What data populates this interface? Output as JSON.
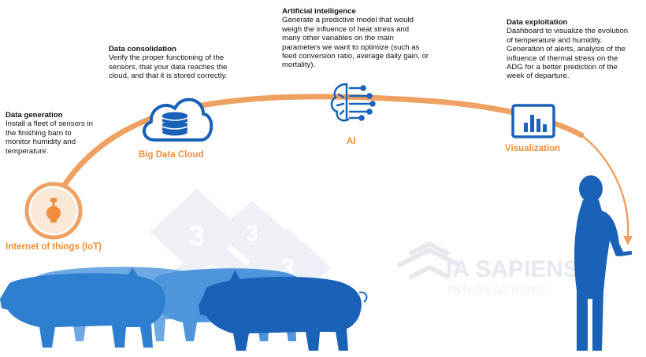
{
  "colors": {
    "arc": "#efa163",
    "orange": "#ef8d3a",
    "blue_dark": "#1a62b8",
    "blue_mid": "#2f7fd0",
    "blue_light": "#6ea9e4",
    "watermark": "#dfe6f0"
  },
  "blocks": {
    "generation": {
      "title": "Data generation",
      "text": "Install a fleet of sensors in\nthe finishing barn to\nmonitor humidity and\ntemperature."
    },
    "consolidation": {
      "title": "Data consolidation",
      "text": "Verify the proper functioning of the\nsensors, that your data reaches the\ncloud, and that it is stored correctly."
    },
    "ai": {
      "title": "Artificial intelligence",
      "text": "Generate a predictive model that would\nweigh the influence of heat stress and\nmany other variables on the main\nparameters we want to optimize (such as\nfeed conversion ratio, average daily gain, or\nmortality)."
    },
    "exploitation": {
      "title": "Data exploitation",
      "text": "Dashboard to visualize the evolution\nof temperature and humidity.\nGeneration of alerts, analysis of the\ninfluence of thermal stress on the\nADG for a better prediction of the\nweek of departure."
    }
  },
  "stages": {
    "iot": "Internet of things (IoT)",
    "cloud": "Big Data Cloud",
    "ai": "AI",
    "visualization": "Visualization"
  },
  "icons": {
    "iot": "sensor-icon",
    "cloud": "cloud-database-icon",
    "ai": "brain-circuit-icon",
    "visualization": "bar-chart-dashboard-icon"
  },
  "watermark": {
    "logo_text": "IA SAPIENS",
    "logo_subtext": "INNOVATIONS",
    "digit": "3"
  }
}
